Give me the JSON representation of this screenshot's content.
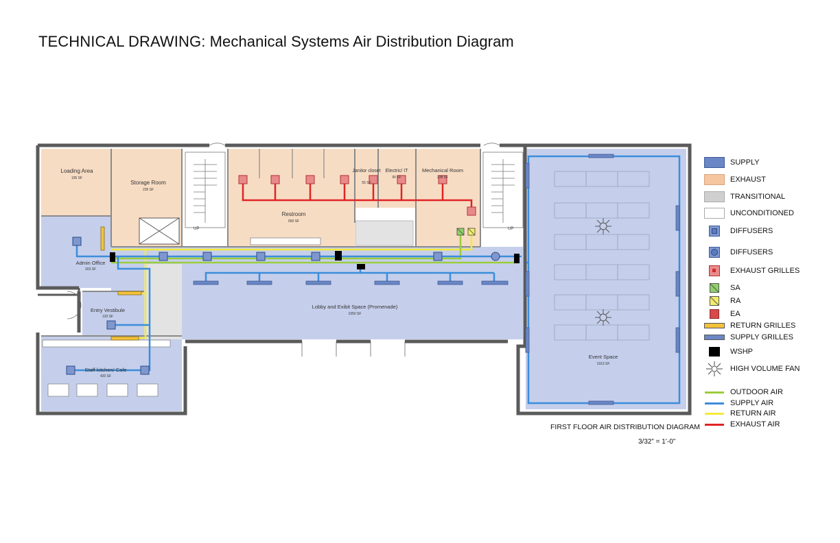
{
  "title": "TECHNICAL DRAWING: Mechanical Systems Air Distribution Diagram",
  "rooms": {
    "loading_area": {
      "name": "Loading Area",
      "area": "195 SF"
    },
    "storage_room": {
      "name": "Storage Room",
      "area": "235 SF"
    },
    "restroom": {
      "name": "Restroom",
      "area": "650 SF"
    },
    "janitor_closet": {
      "name": "Janitor closet",
      "area": "55 SF"
    },
    "electric_it": {
      "name": "Electric/ IT",
      "area": "90 SF"
    },
    "mechanical_room": {
      "name": "Mechanical Room",
      "area": "238 SF"
    },
    "admin_office": {
      "name": "Admin Office",
      "area": "203 SF"
    },
    "entry_vestibule": {
      "name": "Entry Vestibule",
      "area": "120 SF"
    },
    "lobby": {
      "name": "Lobby and Exibit Space (Promenade)",
      "area": "1050 SF"
    },
    "staff_kitchen": {
      "name": "Staff kitchen/ Cafe",
      "area": "420 SF"
    },
    "event_space": {
      "name": "Event Space",
      "area": "1913 SF"
    }
  },
  "stair_labels": {
    "left": "UP",
    "right": "UP"
  },
  "legend": [
    {
      "key": "supply",
      "label": "SUPPLY",
      "symbol": "swatch",
      "color": "#6b86c4"
    },
    {
      "key": "exhaust",
      "label": "EXHAUST",
      "symbol": "swatch",
      "color": "#f5c6a0"
    },
    {
      "key": "transitional",
      "label": "TRANSITIONAL",
      "symbol": "swatch",
      "color": "#cfcfcf"
    },
    {
      "key": "unconditioned",
      "label": "UNCONDITIONED",
      "symbol": "swatch",
      "color": "#ffffff"
    },
    {
      "key": "diffusers_square",
      "label": "DIFFUSERS",
      "symbol": "square-diffuser-icon"
    },
    {
      "key": "diffusers_round",
      "label": "DIFFUSERS",
      "symbol": "round-diffuser-icon"
    },
    {
      "key": "exhaust_grilles",
      "label": "EXHAUST GRILLES",
      "symbol": "exhaust-grille-icon"
    },
    {
      "key": "sa",
      "label": "SA",
      "symbol": "sa-icon",
      "color": "#8fcf6a"
    },
    {
      "key": "ra",
      "label": "RA",
      "symbol": "ra-icon",
      "color": "#f3ec6a"
    },
    {
      "key": "ea",
      "label": "EA",
      "symbol": "ea-icon",
      "color": "#d94a4a"
    },
    {
      "key": "return_grilles",
      "label": "RETURN GRILLES",
      "symbol": "bar",
      "color": "#f2c23c"
    },
    {
      "key": "supply_grilles",
      "label": "SUPPLY GRILLES",
      "symbol": "bar",
      "color": "#6b86c4"
    },
    {
      "key": "wshp",
      "label": "WSHP",
      "symbol": "swatch",
      "color": "#000000"
    },
    {
      "key": "high_volume_fan",
      "label": "HIGH VOLUME FAN",
      "symbol": "fan-icon"
    },
    {
      "key": "outdoor_air",
      "label": "OUTDOOR AIR",
      "symbol": "line",
      "color": "#9ccc3c"
    },
    {
      "key": "supply_air",
      "label": "SUPPLY AIR",
      "symbol": "line",
      "color": "#3b8ddb"
    },
    {
      "key": "return_air",
      "label": "RETURN AIR",
      "symbol": "line",
      "color": "#f4e93a"
    },
    {
      "key": "exhaust_air",
      "label": "EXHAUST AIR",
      "symbol": "line",
      "color": "#e02424"
    }
  ],
  "caption": {
    "title": "FIRST FLOOR AIR DISTRIBUTION DIAGRAM",
    "scale": "3/32” = 1’-0”"
  },
  "colors": {
    "supply_zone": "#c5cfeb",
    "exhaust_zone": "#f7dcc4",
    "transitional_zone": "#e3e3e3",
    "wall": "#5a5a5a",
    "outdoor_air": "#9ccc3c",
    "supply_air": "#3b8ddb",
    "return_air": "#f4e93a",
    "exhaust_air": "#e02424"
  }
}
